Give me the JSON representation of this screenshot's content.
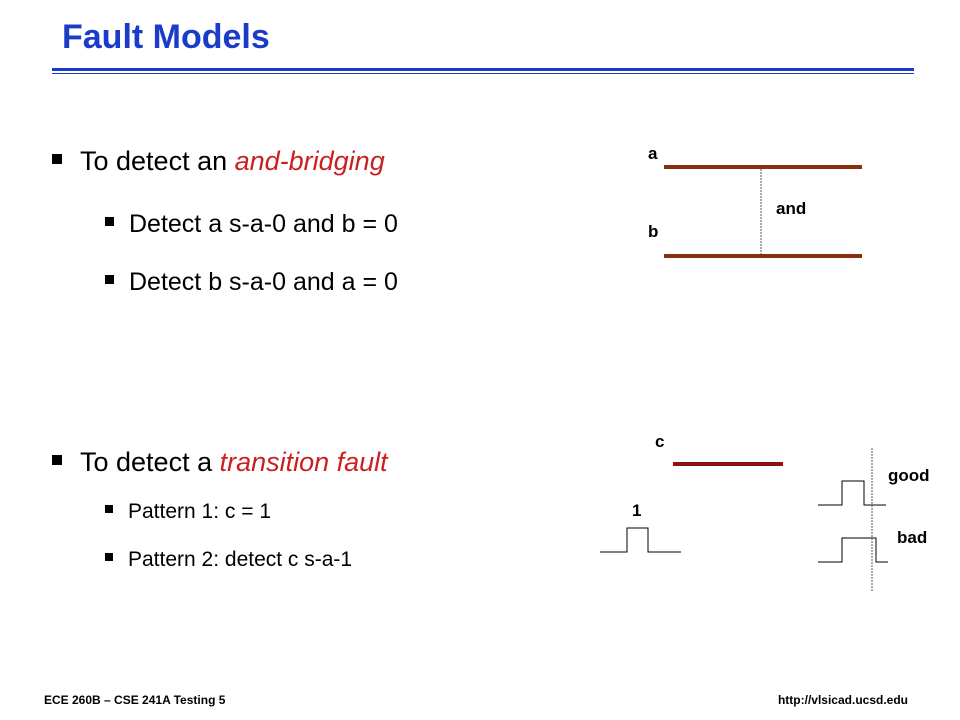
{
  "slide": {
    "title": "Fault Models",
    "bullets": {
      "b1": {
        "text": "To detect an ",
        "highlight": "and-bridging"
      },
      "b1a": "Detect a s-a-0 and b = 0",
      "b1b": "Detect b s-a-0 and a = 0",
      "b2": {
        "text": "To detect a ",
        "highlight": "transition fault"
      },
      "b2a": "Pattern 1: c = 1",
      "b2b": "Pattern 2: detect c s-a-1"
    }
  },
  "diagram_bridge": {
    "a_label": "a",
    "b_label": "b",
    "and_label": "and"
  },
  "diagram_transition": {
    "c_label": "c",
    "one_label": "1",
    "good_label": "good",
    "bad_label": "bad"
  },
  "footer": {
    "left": "ECE 260B – CSE 241A Testing 5",
    "right": "http://vlsicad.ucsd.edu"
  },
  "colors": {
    "title": "#1a3cc8",
    "highlight": "#cc1f1f",
    "wire": "#8b2e0e",
    "signal": "#8b1010"
  }
}
